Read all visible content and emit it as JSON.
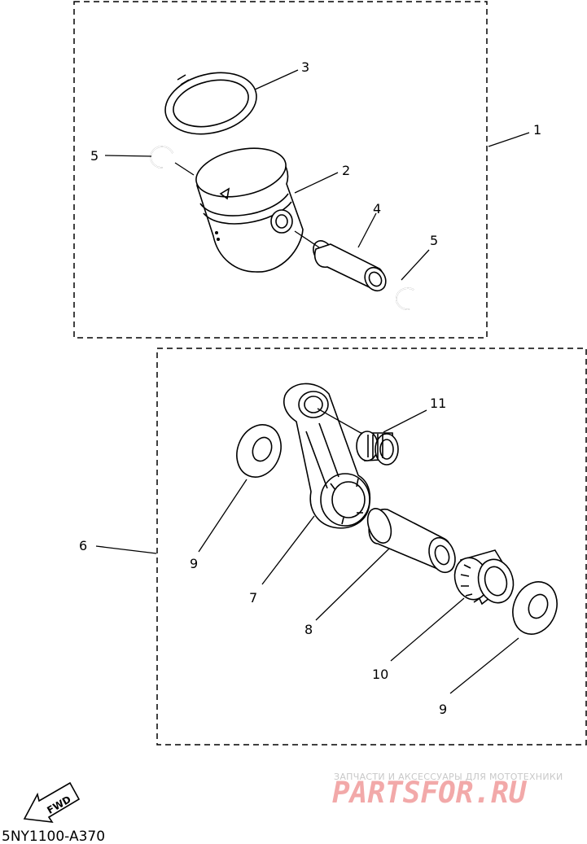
{
  "diagram": {
    "code": "5NY1100-A370",
    "fwd_label": "FWD",
    "watermark": {
      "tagline": "ЗАПЧАСТИ И АКСЕССУАРЫ ДЛЯ МОТОТЕХНИКИ",
      "brand": "PARTSFOR.RU"
    },
    "callouts": [
      {
        "id": "c1",
        "text": "1"
      },
      {
        "id": "c2",
        "text": "2"
      },
      {
        "id": "c3",
        "text": "3"
      },
      {
        "id": "c4",
        "text": "4"
      },
      {
        "id": "c5a",
        "text": "5"
      },
      {
        "id": "c5b",
        "text": "5"
      },
      {
        "id": "c6",
        "text": "6"
      },
      {
        "id": "c7",
        "text": "7"
      },
      {
        "id": "c8",
        "text": "8"
      },
      {
        "id": "c9a",
        "text": "9"
      },
      {
        "id": "c9b",
        "text": "9"
      },
      {
        "id": "c10",
        "text": "10"
      },
      {
        "id": "c11",
        "text": "11"
      }
    ]
  }
}
